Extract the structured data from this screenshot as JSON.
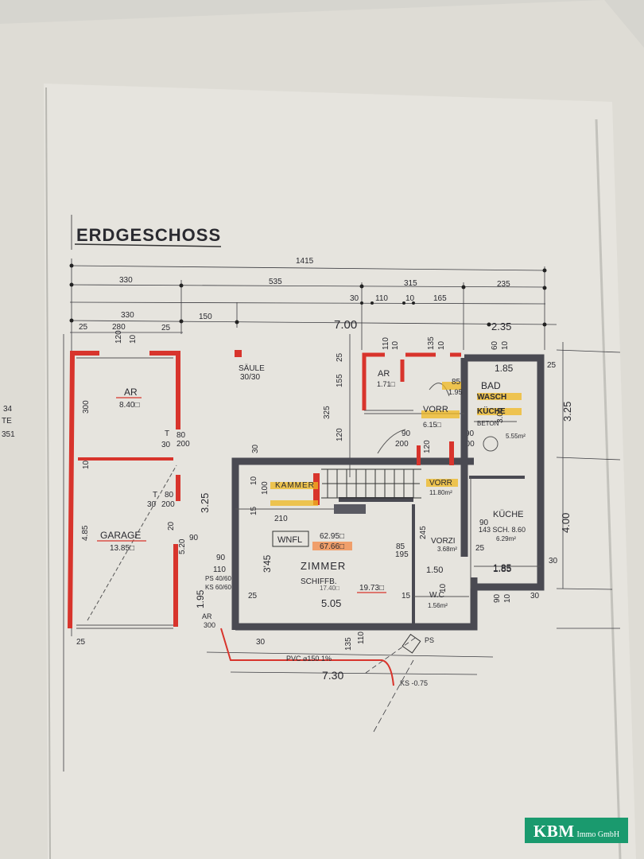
{
  "plan": {
    "title": "ERDGESCHOSS",
    "side_notes": [
      "34",
      "TE",
      "351"
    ],
    "dimensions": {
      "total": "1415",
      "top_row": [
        "330",
        "535",
        "315",
        "235"
      ],
      "small_top": [
        "30",
        "110",
        "10",
        "165"
      ],
      "mid_row": [
        "330",
        "150",
        "7.00",
        "2.35"
      ],
      "garage_row": [
        "25",
        "280",
        "25"
      ],
      "garage_inner": [
        "120",
        "10"
      ],
      "right_top": [
        "110",
        "10",
        "135",
        "10",
        "60",
        "10"
      ],
      "left_vertical": [
        "300",
        "10",
        "4.85"
      ],
      "door_a": [
        "T",
        "80",
        "30",
        "200"
      ],
      "door_b": [
        "T",
        "80",
        "30",
        "200"
      ],
      "middle_vertical": [
        "325",
        "155",
        "25",
        "120",
        "3.25"
      ],
      "stair_marks": [
        "30",
        "90",
        "210",
        "15",
        "10",
        "100",
        "200",
        "120",
        "90",
        "200"
      ],
      "right_vertical": [
        "3.25",
        "4.00",
        "25",
        "30"
      ],
      "bottom_marks": [
        "90",
        "110",
        "1.95",
        "25",
        "30",
        "135",
        "110",
        "15",
        "90",
        "10",
        "30",
        "25",
        "1.50",
        "1.85",
        "85",
        "195",
        "245",
        "90",
        "10"
      ],
      "bottom_total": "7.30",
      "inner_bottom": "5.05",
      "lower_left": [
        "20",
        "90",
        "3.25",
        "5.20",
        "25"
      ]
    },
    "rooms": {
      "ar_garage": {
        "name": "AR",
        "area": "8.40□"
      },
      "garage": {
        "name": "GARAGE",
        "area": "13.85□"
      },
      "saeule": {
        "name": "SÄULE",
        "size": "30/30"
      },
      "ar_small": {
        "name": "AR",
        "area": "1.71□"
      },
      "vorr_top": {
        "name": "VORR",
        "area": "6.15□"
      },
      "bad": {
        "name": "BAD",
        "note1": "WASCH",
        "note2": "KÜCHE",
        "note3": "BETON",
        "area": "5.55m²",
        "dim": "1.85",
        "extra": "85",
        "extra2": "1.95"
      },
      "kammer": {
        "name": "KAMMER"
      },
      "vorr_mid": {
        "name": "VORR",
        "area": "11.80m²"
      },
      "kueche": {
        "name": "KÜCHE",
        "note": "143 SCH. 8.60",
        "area": "6.29m²",
        "dim": "1.85"
      },
      "wnfl": {
        "label": "WNFL",
        "value1": "62.95□",
        "value2": "67.66□"
      },
      "zimmer": {
        "name": "ZIMMER",
        "sub": "SCHIFFB.",
        "old_area": "17.40□",
        "area": "19.73□"
      },
      "vorzi": {
        "name": "VORZI",
        "area": "3.68m²"
      },
      "wc": {
        "name": "W.C",
        "area": "1.56m²"
      },
      "ps_left": {
        "label": "PS 40/60",
        "ks": "KS 60/60"
      },
      "ar_out": {
        "name": "AR",
        "size": "300"
      }
    },
    "pipe": {
      "label": "PVC ⌀150 1%",
      "ks": "KS -0.75",
      "ps": "PS"
    }
  },
  "logo": {
    "brand": "KBM",
    "suffix": "Immo GmbH",
    "color": "#1a9a6e"
  }
}
